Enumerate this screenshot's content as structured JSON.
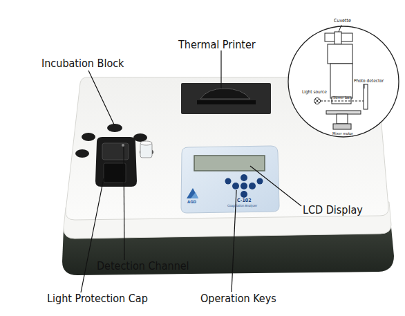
{
  "diagram": {
    "labels": [
      "Thermal Printer",
      "Incubation Block",
      "LCD Display",
      "Detection Channel",
      "Light Protection Cap",
      "Operation Keys",
      "Cuvette",
      "Light source",
      "Photo detector",
      "Stirrer bar",
      "Mixer motor",
      "AGD",
      "C-102",
      "Coagulation Analyzer"
    ]
  }
}
